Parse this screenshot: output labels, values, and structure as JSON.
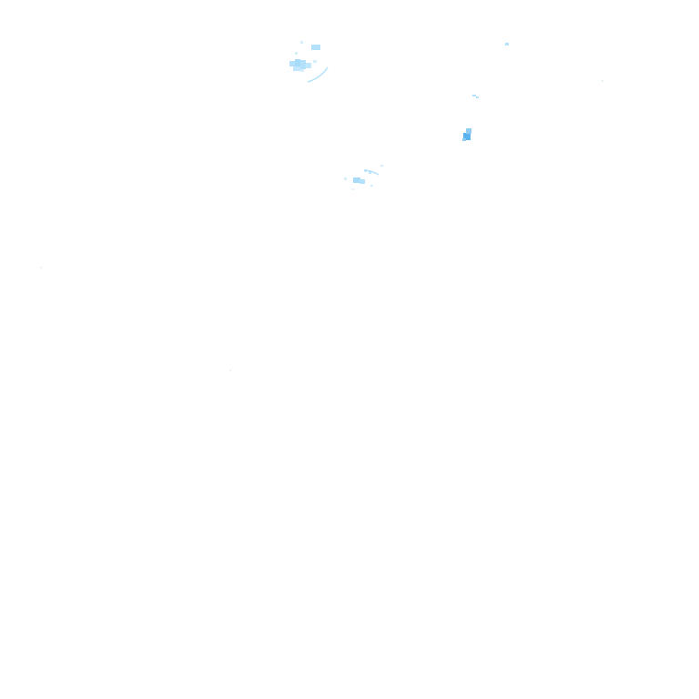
{
  "map": {
    "background_color": "#ffffff",
    "layer_name": "precipitation-radar-overlay",
    "palette": {
      "light": "#b3e0fb",
      "medium": "#8fcdf5",
      "strong": "#5cb3ee",
      "faint": "#d4eefc"
    },
    "echoes": [
      {
        "name": "radar-echo-cluster-northwest",
        "intensity": "light"
      },
      {
        "name": "radar-echo-cluster-center",
        "intensity": "light"
      },
      {
        "name": "radar-echo-cell-east",
        "intensity": "strong"
      },
      {
        "name": "radar-echo-speck-northeast",
        "intensity": "faint"
      }
    ]
  }
}
